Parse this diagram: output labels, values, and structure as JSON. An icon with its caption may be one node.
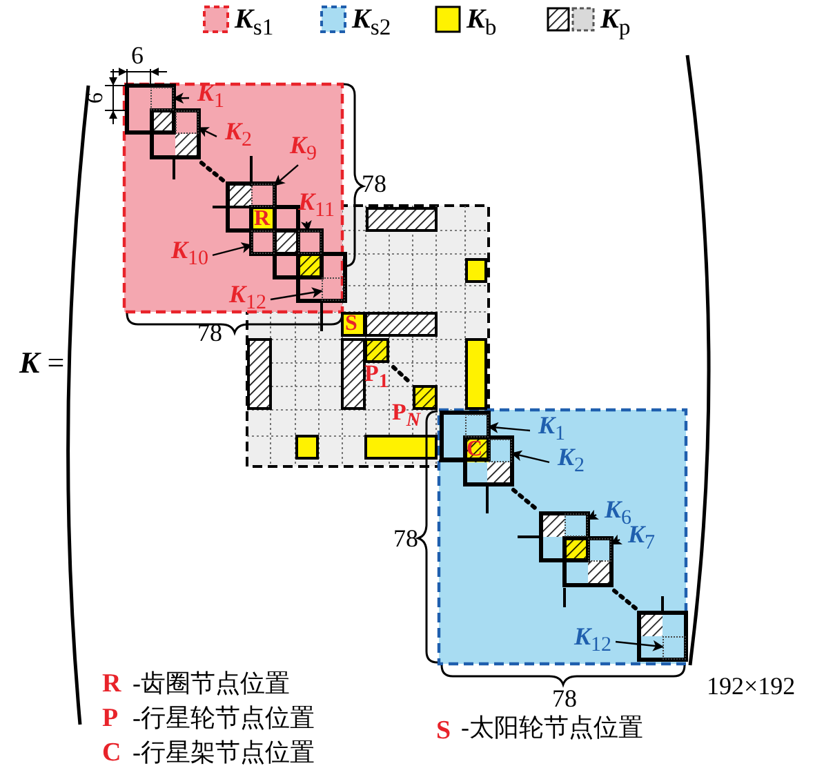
{
  "diagram": {
    "nodes": [
      {
        "text": [
          "**K**$_{1}$"
        ]
      },
      {
        "text": [
          "**K**$_{2}$"
        ]
      },
      {
        "text": [
          "**K**$_{9}$"
        ]
      },
      {
        "text": [
          "**K**$_{11}$"
        ]
      },
      {
        "text": [
          "**K**$_{10}$"
        ]
      },
      {
        "text": [
          "**K**$_{12}$"
        ]
      },
      {
        "text": [
          "**K**$_{1}$"
        ]
      },
      {
        "text": [
          "**K**$_{2}$"
        ]
      },
      {
        "text": [
          "**K**$_{6}$"
        ]
      },
      {
        "text": [
          "**K**$_{7}$"
        ]
      },
      {
        "text": [
          "**K**$_{12}$"
        ]
      },
      {
        "text": [],
        "shape": "box"
      },
      {
        "text": [],
        "shape": "box"
      },
      {
        "text": [],
        "shape": "box"
      },
      {
        "text": [],
        "shape": "box"
      },
      {
        "text": [],
        "shape": "box"
      },
      {
        "text": [],
        "shape": "box"
      },
      {
        "text": [],
        "shape": "box"
      },
      {
        "text": [],
        "shape": "box"
      },
      {
        "text": [],
        "shape": "box"
      },
      {
        "text": [],
        "shape": "box"
      },
      {
        "text": [],
        "shape": "box"
      }
    ],
    "edges": [
      {
        "from": 0,
        "to": 11,
        "arrow": "to"
      },
      {
        "from": 1,
        "to": 12,
        "arrow": "to"
      },
      {
        "from": 2,
        "to": 13,
        "arrow": "to"
      },
      {
        "from": 3,
        "to": 14,
        "arrow": "to"
      },
      {
        "from": 4,
        "to": 15,
        "arrow": "to"
      },
      {
        "from": 5,
        "to": 16,
        "arrow": "to"
      },
      {
        "from": 6,
        "to": 17,
        "arrow": "to"
      },
      {
        "from": 7,
        "to": 18,
        "arrow": "to"
      },
      {
        "from": 8,
        "to": 19,
        "arrow": "to"
      },
      {
        "from": 9,
        "to": 20,
        "arrow": "to"
      },
      {
        "from": 10,
        "to": 21,
        "arrow": "to"
      }
    ],
    "labels": [
      "6",
      "6",
      "78",
      "78",
      "**K** =",
      "R",
      "S",
      "P$_{1}$",
      "P$_{N}$",
      "C",
      "78",
      "78",
      "192×192",
      "R",
      "-齿圈节点位置",
      "P",
      "-行星轮节点位置",
      "C",
      "-行星架节点位置",
      "S",
      "-太阳轮节点位置"
    ],
    "legend": [
      {
        "text": "**K**$_{s1}$",
        "color": "#f4a7b0"
      },
      {
        "text": "**K**$_{s2}$",
        "color": "#a8dcf2"
      },
      {
        "text": "**K**$_{b}$",
        "color": "#fff200"
      },
      {
        "text": "**K**$_{p}$"
      }
    ]
  }
}
